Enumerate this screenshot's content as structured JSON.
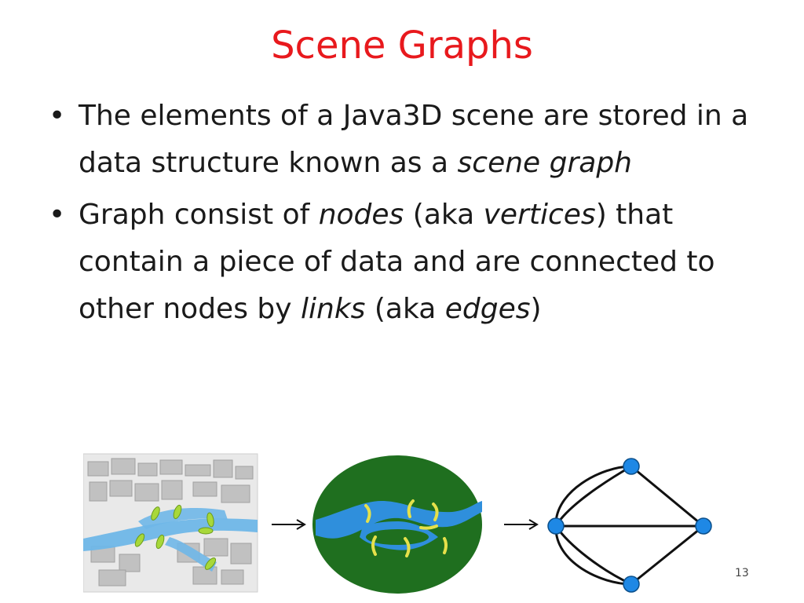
{
  "slide": {
    "title": "Scene Graphs",
    "bullets": [
      {
        "before": "The elements of a Java3D scene are stored in a data structure known as a ",
        "italic1": "scene graph",
        "mid1": "",
        "italic2": "",
        "mid2": "",
        "italic3": "",
        "mid3": "",
        "italic4": "",
        "after": ""
      },
      {
        "before": "Graph consist of ",
        "italic1": "nodes",
        "mid1": " (aka ",
        "italic2": "vertices",
        "mid2": ") that contain a piece of data and are connected to other nodes by ",
        "italic3": "links",
        "mid3": " (aka ",
        "italic4": "edges",
        "after": ")"
      }
    ],
    "page_number": "13",
    "colors": {
      "title": "#e8191d",
      "node": "#1e88e5",
      "water": "#2f8fdc",
      "land": "#1f6f1f",
      "bridge": "#d8d83a"
    }
  }
}
